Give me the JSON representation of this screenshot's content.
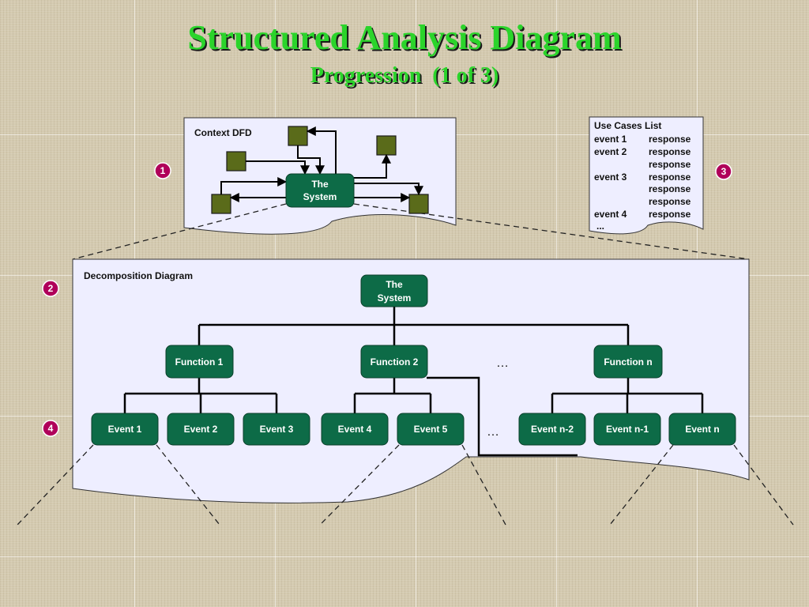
{
  "slide": {
    "title": "Structured Analysis Diagram",
    "subtitle": "Progression  (1 of 3)"
  },
  "context_dfd": {
    "label": "Context DFD",
    "system_line1": "The",
    "system_line2": "System"
  },
  "use_cases": {
    "title": "Use Cases List",
    "rows": [
      {
        "event": "event 1",
        "response": "response"
      },
      {
        "event": "event 2",
        "response": "response"
      },
      {
        "event": "",
        "response": "response"
      },
      {
        "event": "event 3",
        "response": "response"
      },
      {
        "event": "",
        "response": "response"
      },
      {
        "event": "",
        "response": "response"
      },
      {
        "event": "event 4",
        "response": "response"
      }
    ],
    "more": "..."
  },
  "decomposition": {
    "label": "Decomposition Diagram",
    "root_line1": "The",
    "root_line2": "System",
    "functions": [
      "Function 1",
      "Function 2",
      "Function n"
    ],
    "events": [
      "Event 1",
      "Event 2",
      "Event 3",
      "Event 4",
      "Event 5",
      "Event n-2",
      "Event n-1",
      "Event n"
    ],
    "ellipsis_functions": "…",
    "ellipsis_events": "…"
  },
  "badges": [
    "1",
    "2",
    "3",
    "4"
  ],
  "colors": {
    "title_green": "#2bd42b",
    "node_green": "#0d6b47",
    "external_entity": "#5a6b1a",
    "panel_fill": "#eeeeff",
    "badge_magenta": "#b0005a"
  }
}
